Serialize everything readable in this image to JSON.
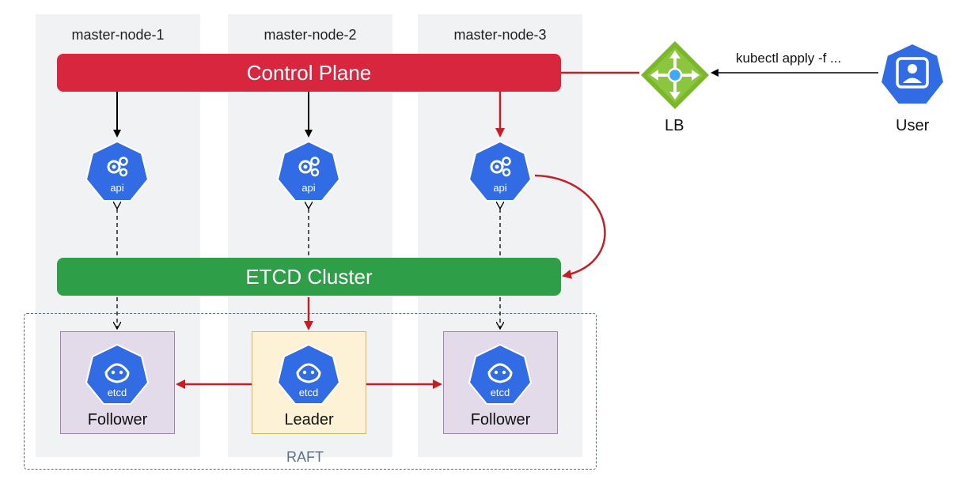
{
  "nodes": [
    "master-node-1",
    "master-node-2",
    "master-node-3"
  ],
  "control_plane": {
    "label": "Control Plane"
  },
  "etcd_cluster": {
    "label": "ETCD Cluster"
  },
  "api_icon_label": "api",
  "etcd_icon_label": "etcd",
  "members": [
    {
      "role": "Follower"
    },
    {
      "role": "Leader"
    },
    {
      "role": "Follower"
    }
  ],
  "raft": {
    "label": "RAFT"
  },
  "lb": {
    "label": "LB"
  },
  "user": {
    "label": "User"
  },
  "command": {
    "label": "kubectl apply -f ..."
  },
  "colors": {
    "control_plane": "#d9263f",
    "etcd_cluster": "#2e9e48",
    "kube_blue": "#326ce5",
    "arrow_red": "#c41f24",
    "follower_fill": "#e3dbe9",
    "leader_fill": "#fdf2d6",
    "lb_green": "#7ab829"
  }
}
